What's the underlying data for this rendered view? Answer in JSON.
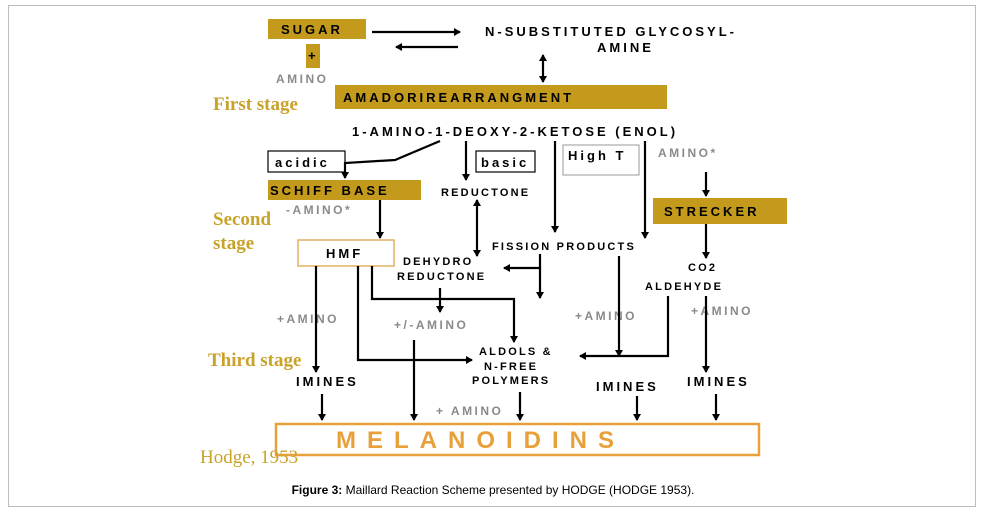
{
  "nodes": {
    "sugar": "SUGAR",
    "plus": "+",
    "amino": "AMINO",
    "glycosylamine_1": "N-SUBSTITUTED GLYCOSYL-",
    "glycosylamine_2": "AMINE",
    "amadori": "AMADORIREARRANGMENT",
    "ketose": "1-AMINO-1-DEOXY-2-KETOSE (ENOL)",
    "acidic": "acidic",
    "basic": "basic",
    "high_t": "High T",
    "amino_star_right": "AMINO*",
    "schiff_base": "SCHIFF BASE",
    "amino_star_left": "-AMINO*",
    "reductone": "REDUCTONE",
    "strecker": "STRECKER",
    "hmf": "HMF",
    "fission_products": "FISSION PRODUCTS",
    "dehydro": "DEHYDRO",
    "reductone2": "REDUCTONE",
    "co2": "CO2",
    "aldehyde": "ALDEHYDE",
    "plus_amino_left": "+AMINO",
    "plus_minus_amino": "+/-AMINO",
    "plus_amino_mid": "+AMINO",
    "plus_amino_right": "+AMINO",
    "aldols_1": "ALDOLS &",
    "aldols_2": "N-FREE",
    "aldols_3": "POLYMERS",
    "imines_left": "IMINES",
    "imines_mid": "IMINES",
    "imines_right": "IMINES",
    "plus_amino_bottom": "+ AMINO",
    "melanoidins": "MELANOIDINS"
  },
  "stages": {
    "first": "First stage",
    "second_1": "Second",
    "second_2": "stage",
    "third": "Third stage"
  },
  "credit": "Hodge, 1953",
  "caption": {
    "label": "Figure 3:",
    "text": " Maillard Reaction Scheme presented by HODGE (HODGE 1953)."
  },
  "colors": {
    "gold_box": "#c49a1c",
    "stage_text": "#c9a22a",
    "melanoidins": "#e8a13a",
    "gray_text": "#8a8a8a"
  }
}
